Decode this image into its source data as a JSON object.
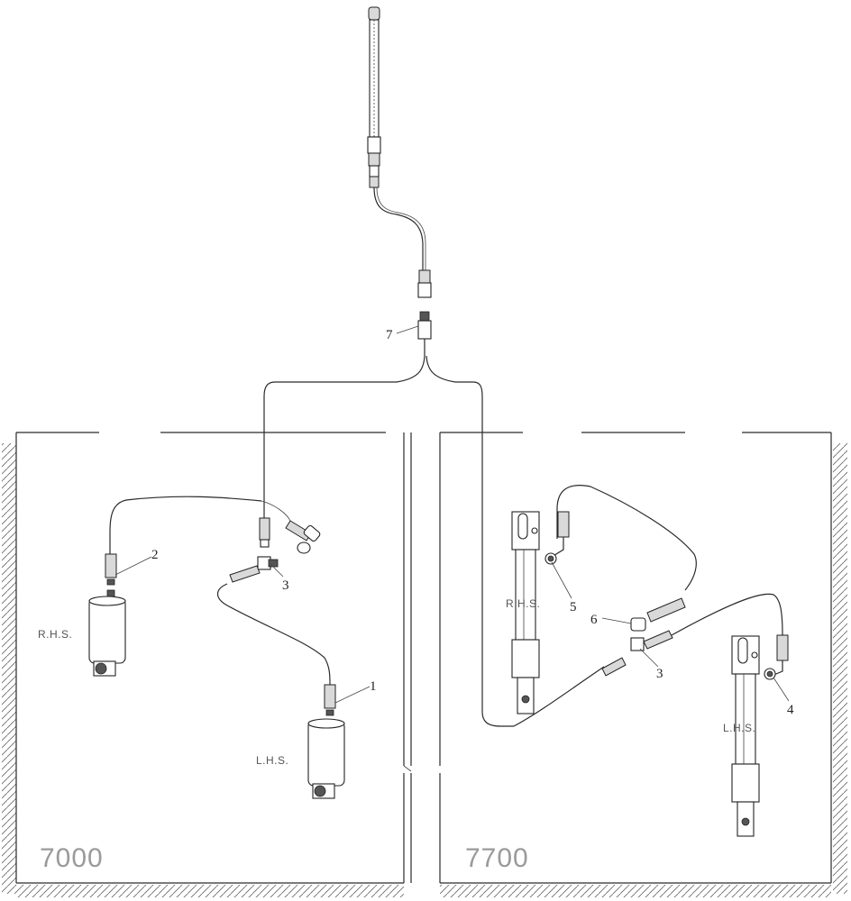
{
  "panels": [
    {
      "model": "7000",
      "rhs_label": "R.H.S.",
      "lhs_label": "L.H.S."
    },
    {
      "model": "7700",
      "rhs_label": "R.H.S.",
      "lhs_label": "L.H.S."
    }
  ],
  "callouts": {
    "c1": "1",
    "c2": "2",
    "c3_left": "3",
    "c3_right": "3",
    "c4": "4",
    "c5": "5",
    "c6": "6",
    "c7": "7"
  }
}
